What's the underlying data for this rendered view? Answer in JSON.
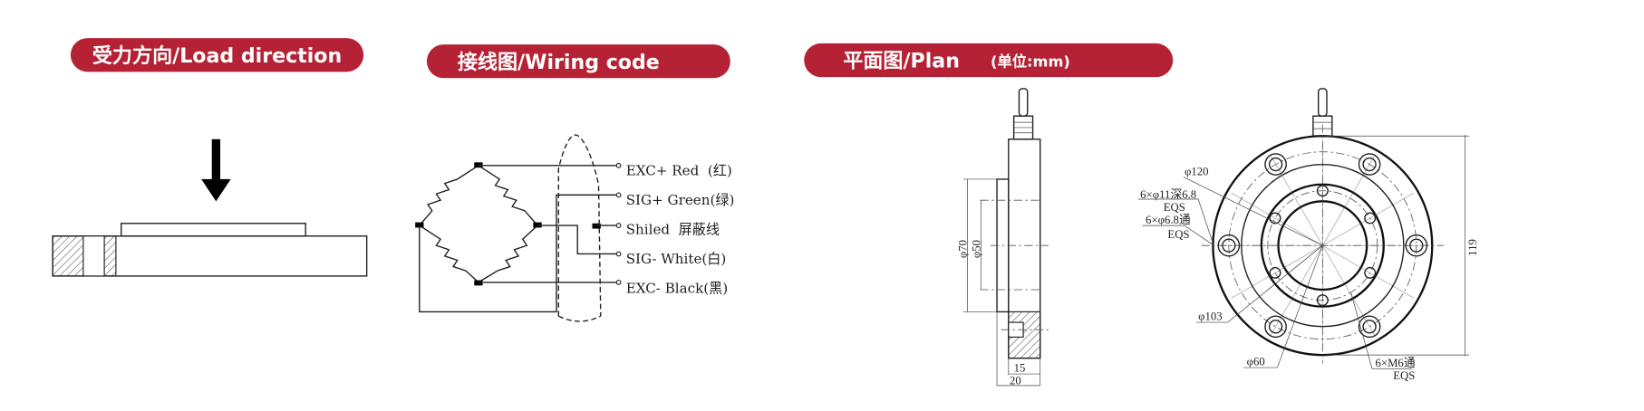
{
  "sections": {
    "load": {
      "title": "受力方向/Load direction"
    },
    "wiring": {
      "title": "接线图/Wiring code",
      "wires": [
        "EXC+ Red  (红)",
        "SIG+ Green(绿)",
        "Shiled  屏蔽线",
        "SIG- White(白)",
        "EXC- Black(黑)"
      ]
    },
    "plan": {
      "title": "平面图/Plan",
      "unit": "(单位:mm)",
      "side_dims": {
        "d70": "φ70",
        "d50": "φ50",
        "w15": "15",
        "w20": "20"
      },
      "front_dims": {
        "d120": "φ120",
        "hole1": "6×φ11深6.8",
        "hole1_eqs": "EQS",
        "hole2": "6×φ6.8通",
        "hole2_eqs": "EQS",
        "d103": "φ103",
        "d60": "φ60",
        "thread": "6×M6通",
        "thread_eqs": "EQS",
        "h119": "119"
      }
    }
  },
  "colors": {
    "accent": "#b52235"
  }
}
